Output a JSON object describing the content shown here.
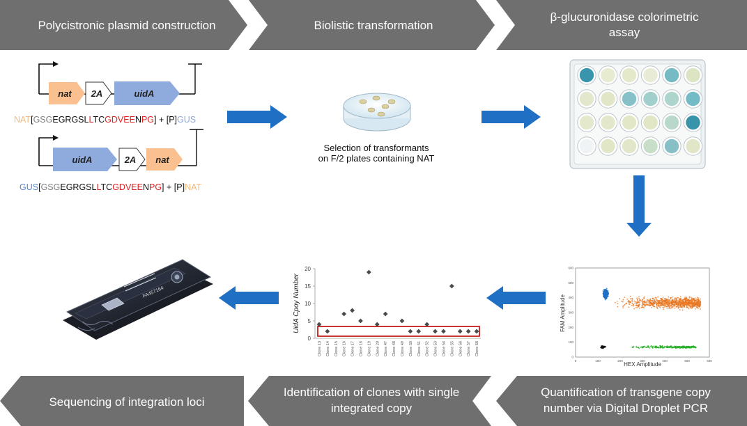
{
  "steps": {
    "s1": "Polycistronic plasmid construction",
    "s2": "Biolistic transformation",
    "s3_line1": "β-glucuronidase colorimetric",
    "s3_line2": "assay",
    "s4": "Sequencing of integration loci",
    "s5_line1": "Identification of clones with single",
    "s5_line2": "integrated copy",
    "s6_line1": "Quantification of transgene copy",
    "s6_line2": "number via Digital Droplet PCR"
  },
  "construct1": {
    "gene_a": "nat",
    "peptide": "2A",
    "gene_b": "uidA",
    "seq": [
      {
        "t": "NAT",
        "c": "#f5b97a"
      },
      {
        "t": "[",
        "c": "#111111"
      },
      {
        "t": "GSG",
        "c": "#7f7f7f"
      },
      {
        "t": "EGRGSL",
        "c": "#111111"
      },
      {
        "t": "L",
        "c": "#e02020"
      },
      {
        "t": "TC",
        "c": "#111111"
      },
      {
        "t": "GDVEE",
        "c": "#e02020"
      },
      {
        "t": "N",
        "c": "#111111"
      },
      {
        "t": "PG",
        "c": "#e02020"
      },
      {
        "t": "] + [P]",
        "c": "#111111"
      },
      {
        "t": "GUS",
        "c": "#8fa8d8"
      }
    ]
  },
  "construct2": {
    "gene_a": "uidA",
    "peptide": "2A",
    "gene_b": "nat",
    "seq": [
      {
        "t": "GUS",
        "c": "#5a86c8"
      },
      {
        "t": "[",
        "c": "#111111"
      },
      {
        "t": "GSG",
        "c": "#7f7f7f"
      },
      {
        "t": "EGRGSL",
        "c": "#111111"
      },
      {
        "t": "L",
        "c": "#e02020"
      },
      {
        "t": "TC",
        "c": "#111111"
      },
      {
        "t": "GDVEE",
        "c": "#e02020"
      },
      {
        "t": "N",
        "c": "#111111"
      },
      {
        "t": "PG",
        "c": "#e02020"
      },
      {
        "t": "] + [P]",
        "c": "#111111"
      },
      {
        "t": "NAT",
        "c": "#f5b97a"
      }
    ]
  },
  "selection": {
    "line1": "Selection of transformants",
    "line2": "on F/2 plates containing NAT"
  },
  "plate": {
    "wells": [
      [
        "#2e8fa8",
        "#e6ebcf",
        "#e3e8c6",
        "#e7ebd4",
        "#6fb6c1",
        "#d9e4c0"
      ],
      [
        "#e1e6c8",
        "#dfe5c4",
        "#7fbec4",
        "#9ccdc9",
        "#a9d3cb",
        "#6cb7c3"
      ],
      [
        "#e3e8c8",
        "#e2e7c7",
        "#e0e6c5",
        "#dfe5c3",
        "#b6d6c6",
        "#2d8da6"
      ],
      [
        "#eef2f4",
        "#dfe5c3",
        "#e0e6c6",
        "#c5dcc5",
        "#7fbcc2",
        "#dfe5c6"
      ]
    ]
  },
  "chip_label": "FA457164",
  "colors": {
    "banner": "#6f6f6f",
    "arrow": "#1f6fc4",
    "nat": "#fac090",
    "uidA": "#8faadc",
    "highlight": "#c00000"
  },
  "chart_data": [
    {
      "type": "scatter",
      "ylabel": "UidA Cpoy Number",
      "ylim": [
        0,
        20
      ],
      "yticks": [
        0,
        5,
        10,
        15,
        20
      ],
      "categories": [
        "Clone 13",
        "Clone 14",
        "Clone 15",
        "Clone 16",
        "Clone 17",
        "Clone 18",
        "Clone 19",
        "Clone 20",
        "Clone 47",
        "Clone 48",
        "Clone 49",
        "Clone 50",
        "Clone 51",
        "Clone 52",
        "Clone 53",
        "Clone 54",
        "Clone 55",
        "Clone 56",
        "Clone 57",
        "Clone 58"
      ],
      "values": [
        4,
        2,
        null,
        7,
        8,
        5,
        19,
        4,
        7,
        null,
        5,
        2,
        2,
        4,
        2,
        2,
        15,
        2,
        2,
        2
      ],
      "highlight_band": [
        0.6,
        3.4
      ]
    },
    {
      "type": "scatter",
      "xlabel": "HEX Amplitude",
      "ylabel": "FAM Amplitude",
      "xticks": [
        0,
        100,
        200,
        300,
        400,
        500,
        600
      ],
      "yticks": [
        0,
        100,
        200,
        300,
        400,
        500,
        600
      ],
      "xlim": [
        0,
        600
      ],
      "ylim": [
        0,
        600
      ],
      "series": [
        {
          "color": "#1f6fc4",
          "x_range": [
            120,
            150
          ],
          "y_range": [
            380,
            470
          ]
        },
        {
          "color": "#e87722",
          "x_range": [
            170,
            560
          ],
          "y_range": [
            300,
            430
          ]
        },
        {
          "color": "#22b022",
          "x_range": [
            250,
            540
          ],
          "y_range": [
            55,
            80
          ]
        },
        {
          "color": "#111111",
          "x_range": [
            105,
            140
          ],
          "y_range": [
            55,
            80
          ]
        }
      ]
    }
  ]
}
